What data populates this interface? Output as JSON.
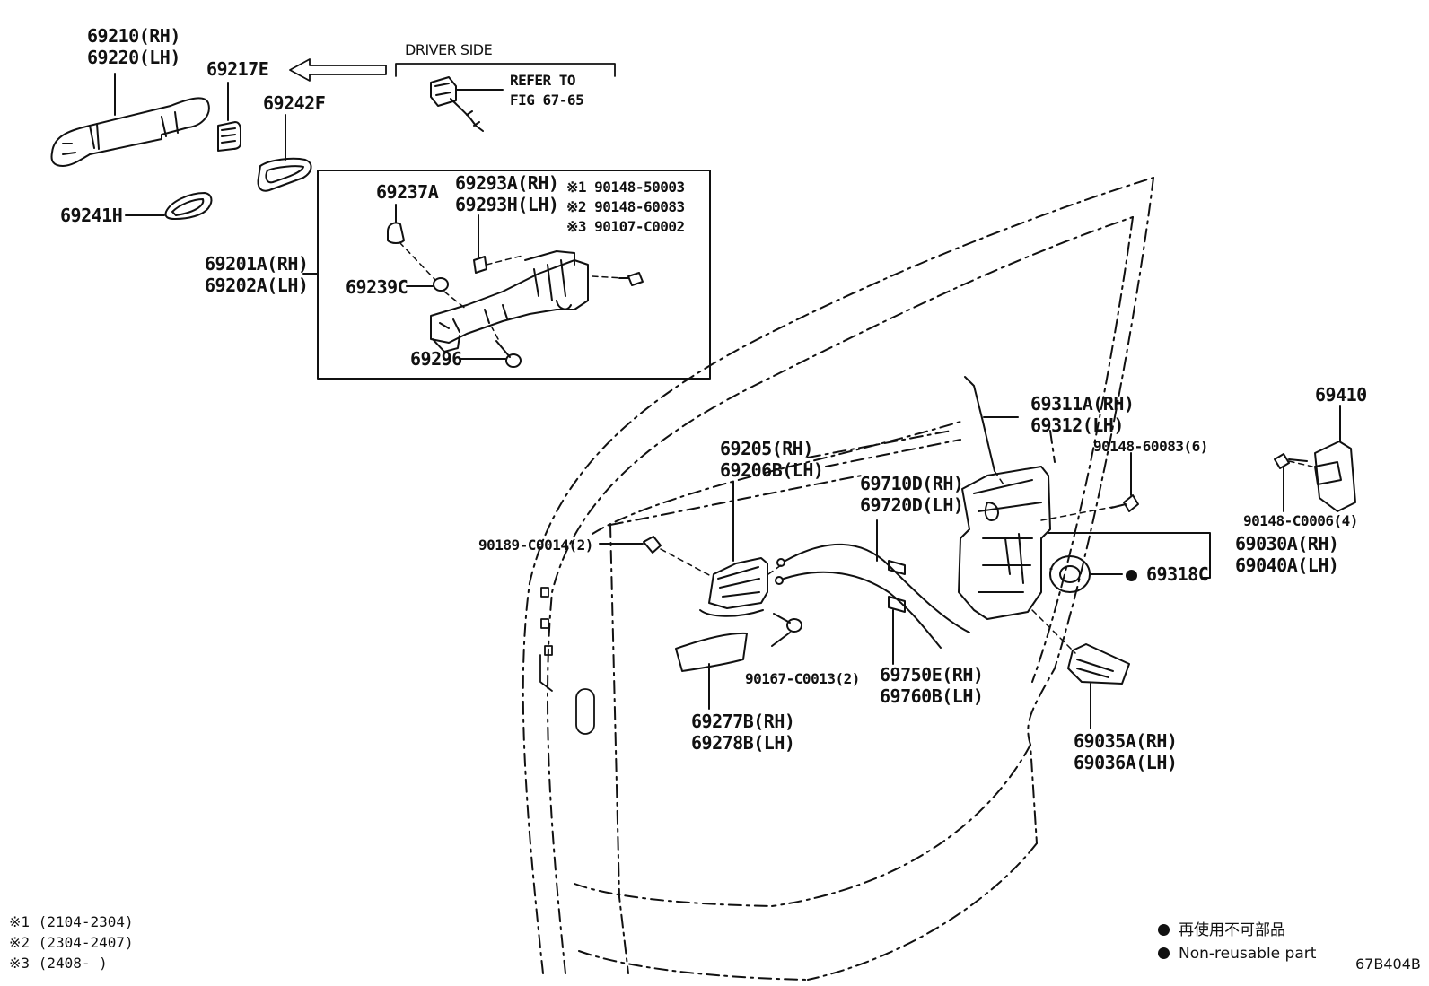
{
  "labels": {
    "handle": [
      "69210(RH)",
      "69220(LH)"
    ],
    "cap": "69217E",
    "pad_f": "69242F",
    "pad_h": "69241H",
    "driver_side": "DRIVER SIDE",
    "refer": [
      "REFER TO",
      "FIG 67-65"
    ],
    "frame": [
      "69201A(RH)",
      "69202A(LH)"
    ],
    "cover": "69237A",
    "grommet": "69239C",
    "screw": "69296",
    "bracket": [
      "69293A(RH)",
      "69293H(LH)"
    ],
    "variants": [
      "※1 90148-50003",
      "※2 90148-60083",
      "※3 90107-C0002"
    ],
    "inner_handle": [
      "69205(RH)",
      "69206B(LH)"
    ],
    "rod": [
      "69311A(RH)",
      "69312(LH)"
    ],
    "lock_screw": "90148-60083(6)",
    "striker": "69410",
    "striker_screw": "90148-C0006(4)",
    "cable1": [
      "69710D(RH)",
      "69720D(LH)"
    ],
    "clip": "90189-C0014(2)",
    "lock": [
      "69030A(RH)",
      "69040A(LH)"
    ],
    "seal": "69318C",
    "inner_screw": "90167-C0013(2)",
    "cable2": [
      "69750E(RH)",
      "69760B(LH)"
    ],
    "bezel": [
      "69277B(RH)",
      "69278B(LH)"
    ],
    "lock_cover": [
      "69035A(RH)",
      "69036A(LH)"
    ]
  },
  "footnotes": [
    "※1 (2104-2304)",
    "※2 (2304-2407)",
    "※3 (2408-     )"
  ],
  "legend": [
    "再使用不可部品",
    "Non-reusable part"
  ],
  "figure_code": "67B404B",
  "colors": {
    "ink": "#111111",
    "background": "#ffffff"
  },
  "icons": [
    "non-reusable-dot-icon",
    "arrow-left-icon"
  ]
}
